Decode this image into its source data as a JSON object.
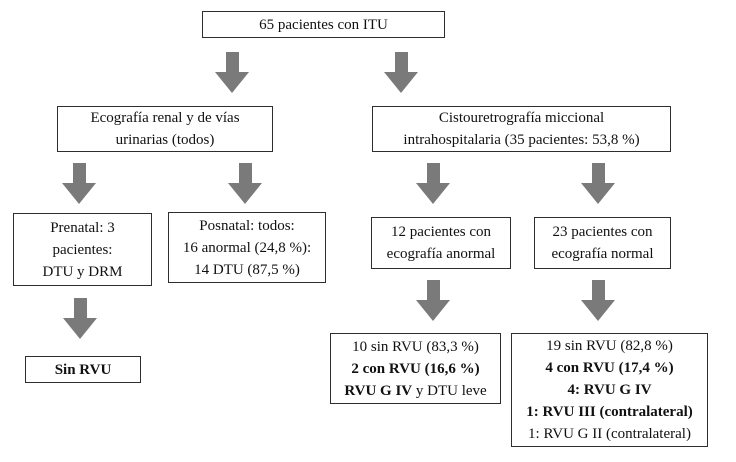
{
  "colors": {
    "background": "#ffffff",
    "box_border": "#2e2e2e",
    "arrow_fill": "#7a7a7a",
    "text": "#111111"
  },
  "icons": {
    "arrow": "down-block-arrow"
  },
  "boxes": {
    "root": {
      "text": "65 pacientes con ITU"
    },
    "ecografia": {
      "line1": "Ecografía renal y de vías",
      "line2": "urinarias (todos)"
    },
    "cistouretrografia": {
      "line1": "Cistouretrografía miccional",
      "line2": "intrahospitalaria (35 pacientes: 53,8 %)"
    },
    "prenatal": {
      "line1": "Prenatal: 3",
      "line2": "pacientes:",
      "line3": "DTU y DRM"
    },
    "posnatal": {
      "line1": "Posnatal: todos:",
      "line2": "16 anormal (24,8 %):",
      "line3": "14 DTU (87,5 %)"
    },
    "eco_anormal": {
      "line1": "12 pacientes con",
      "line2": "ecografía anormal"
    },
    "eco_normal": {
      "line1": "23 pacientes con",
      "line2": "ecografía normal"
    },
    "sin_rvu": {
      "text": "Sin RVU"
    },
    "resultado_anormal": {
      "line1": "10 sin RVU (83,3 %)",
      "line2_bold": "2 con RVU (16,6 %)",
      "line3_bold": "RVU G IV",
      "line3_rest": " y DTU leve"
    },
    "resultado_normal": {
      "line1": "19 sin RVU (82,8 %)",
      "line2_bold": "4 con RVU (17,4 %)",
      "line3_bold": "4: RVU G IV",
      "line4_bold": "1: RVU III (contralateral)",
      "line5": "1: RVU G II (contralateral)"
    }
  }
}
